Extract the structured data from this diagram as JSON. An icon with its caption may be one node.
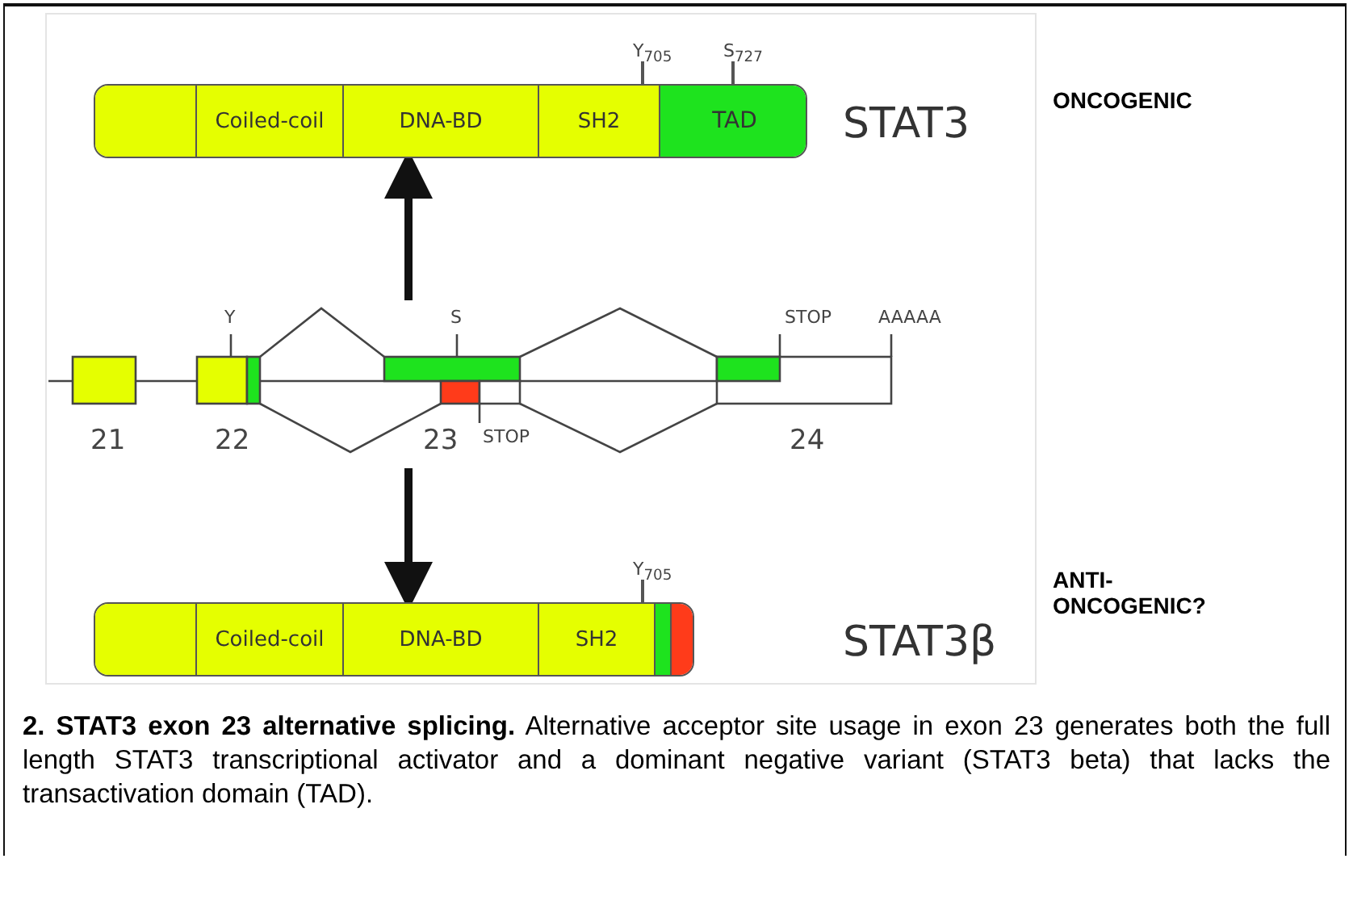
{
  "diagram": {
    "caption": "**2. STAT3 exon 23 alternative splicing.** Alternative acceptor site usage in exon 23 generates both the full length STAT3 transcriptional activator and a dominant negative variant (STAT3 beta) that lacks the transactivation domain (TAD).",
    "nodes": [
      {
        "text": [],
        "shape": "bar",
        "beside": [
          "STAT3"
        ]
      },
      {
        "text": [],
        "shape": "box",
        "in": 0
      },
      {
        "text": [
          "Coiled-coil"
        ],
        "in": 0
      },
      {
        "text": [
          "DNA-BD"
        ],
        "in": 0
      },
      {
        "text": [
          "SH2"
        ],
        "in": 0,
        "beside": [
          "Y$_{705}$"
        ]
      },
      {
        "text": [
          "TAD"
        ],
        "in": 0,
        "beside": [
          "S$_{727}$"
        ]
      },
      {
        "text": [],
        "shape": "picture"
      },
      {
        "text": [],
        "shape": "bar",
        "beside": [
          "STAT3β"
        ]
      },
      {
        "text": [],
        "shape": "box",
        "in": 7
      },
      {
        "text": [
          "Coiled-coil"
        ],
        "in": 7
      },
      {
        "text": [
          "DNA-BD"
        ],
        "in": 7
      },
      {
        "text": [
          "SH2"
        ],
        "in": 7,
        "beside": [
          "Y$_{705}$"
        ]
      },
      {
        "text": [],
        "shape": "box",
        "in": 7
      },
      {
        "text": [],
        "shape": "box",
        "in": 7
      }
    ],
    "edges": [
      {
        "from": 6,
        "to": 0,
        "arrow": "to"
      },
      {
        "from": 6,
        "to": 7,
        "arrow": "to"
      }
    ],
    "labels": [
      "ONCOGENIC",
      "Y",
      "S",
      "STOP",
      "AAAAA",
      "21",
      "22",
      "23",
      "STOP",
      "24",
      "ANTI-ONCOGENIC?"
    ]
  }
}
